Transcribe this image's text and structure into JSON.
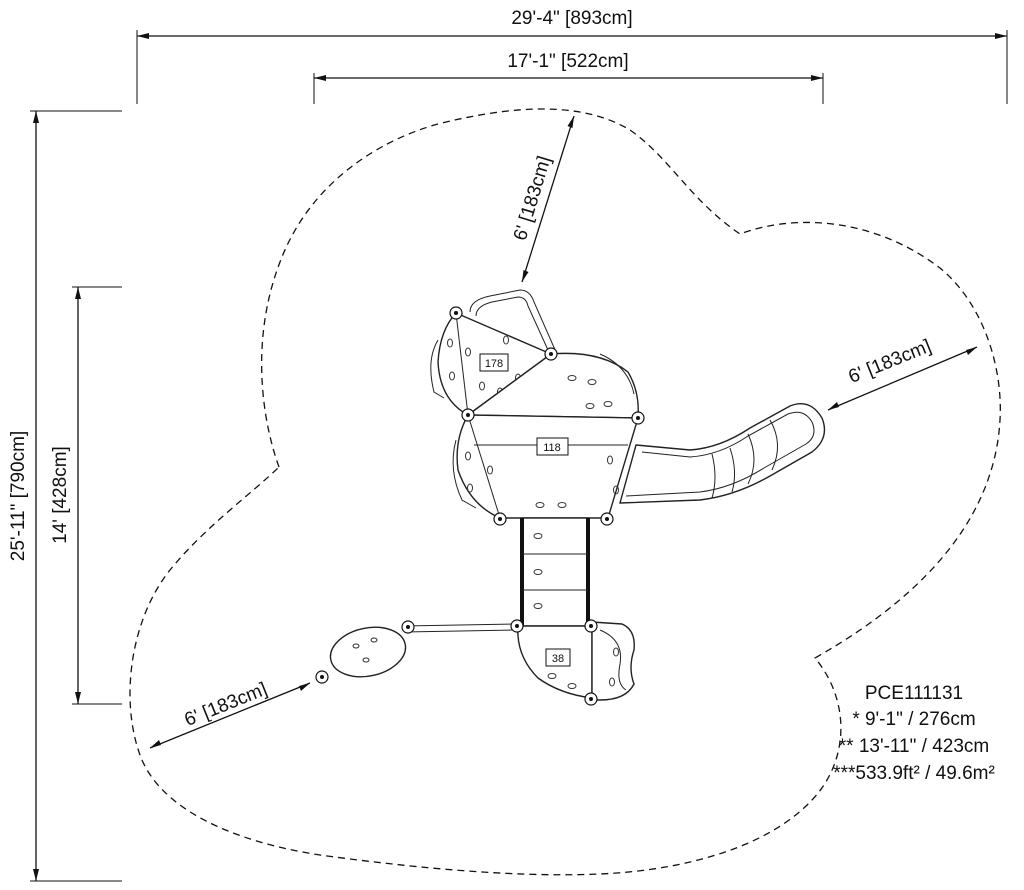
{
  "dimensions": {
    "overall_width": "29'-4\" [893cm]",
    "inner_width": "17'-1\" [522cm]",
    "overall_depth": "25'-11\" [790cm]",
    "inner_depth": "14' [428cm]",
    "clearance_top": "6' [183cm]",
    "clearance_right": "6' [183cm]",
    "clearance_left": "6' [183cm]"
  },
  "deck_tags": {
    "upper_left": "178",
    "center": "118",
    "lower": "38"
  },
  "specs": {
    "model": "PCE111131",
    "line1": "* 9'-1\" / 276cm",
    "line2": "** 13'-11\" / 423cm",
    "line3": "***533.9ft² / 49.6m²"
  }
}
